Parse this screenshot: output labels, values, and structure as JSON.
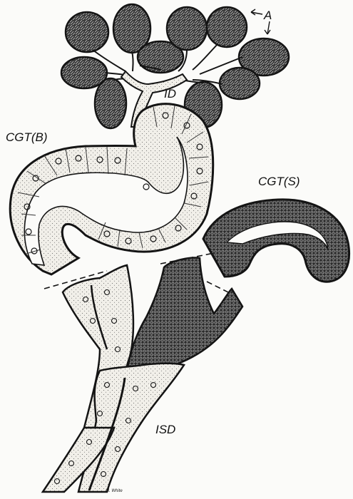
{
  "labels": {
    "acinus": "A",
    "intercalated_duct": "ID",
    "convoluted_tubule_b": "CGT(B)",
    "convoluted_tubule_s": "CGT(S)",
    "striated_duct": "ISD"
  },
  "signature": "M. White",
  "colors": {
    "ink": "#141414",
    "paper": "#fbfbf9",
    "dense_cytoplasm": "#2a2a2a",
    "light_cytoplasm": "#f1efe9"
  }
}
